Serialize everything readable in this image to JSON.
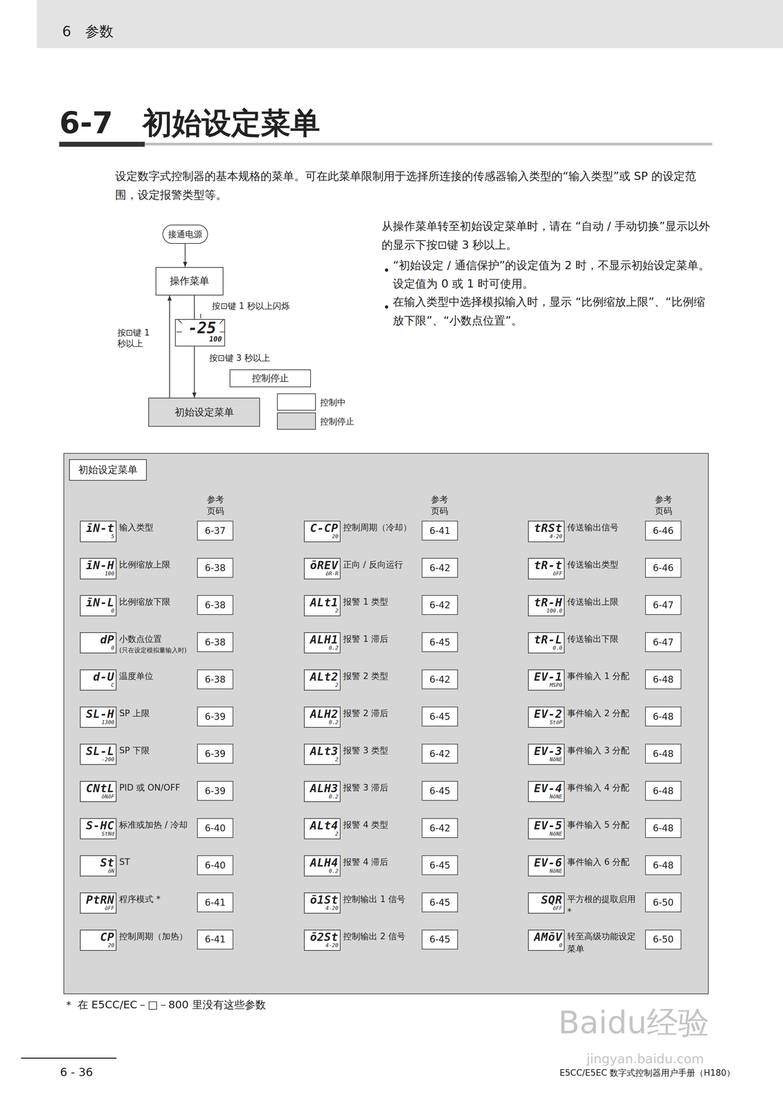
{
  "diagram": {
    "title": "6-7　初始设定菜单",
    "nodes": [
      {
        "text": [
          "接通电源"
        ]
      },
      {
        "text": [
          "操作菜单"
        ]
      },
      {
        "text": [
          "控制停止"
        ]
      },
      {
        "text": [
          "初始设定菜单"
        ]
      },
      {
        "text": [
          "初始设定菜单"
        ]
      },
      {
        "text": [
          "īN-t",
          "5",
          "输入类型"
        ],
        "in": 4
      },
      {
        "text": [
          "6-37"
        ],
        "in": 4
      },
      {
        "text": [
          "īN-H",
          "100",
          "比例缩放上限"
        ],
        "in": 4
      },
      {
        "text": [
          "6-38"
        ],
        "in": 4
      },
      {
        "text": [
          "īN-L",
          "0",
          "比例缩放下限"
        ],
        "in": 4
      },
      {
        "text": [
          "6-38"
        ],
        "in": 4
      },
      {
        "text": [
          "dP",
          "0",
          "小数点位置",
          "(只在设定模拟量输入时)"
        ],
        "in": 4
      },
      {
        "text": [
          "6-38"
        ],
        "in": 4
      },
      {
        "text": [
          "d-U",
          "C",
          "温度单位"
        ],
        "in": 4
      },
      {
        "text": [
          "6-38"
        ],
        "in": 4
      },
      {
        "text": [
          "SL-H",
          "1300",
          "SP 上限"
        ],
        "in": 4
      },
      {
        "text": [
          "6-39"
        ],
        "in": 4
      },
      {
        "text": [
          "SL-L",
          "-200",
          "SP 下限"
        ],
        "in": 4
      },
      {
        "text": [
          "6-39"
        ],
        "in": 4
      },
      {
        "text": [
          "CNtL",
          "ōNōF",
          "PID 或 ON/OFF"
        ],
        "in": 4
      },
      {
        "text": [
          "6-39"
        ],
        "in": 4
      },
      {
        "text": [
          "S-HC",
          "StNd",
          "标准或加热 / 冷却"
        ],
        "in": 4
      },
      {
        "text": [
          "6-40"
        ],
        "in": 4
      },
      {
        "text": [
          "St",
          "ōN",
          "ST"
        ],
        "in": 4
      },
      {
        "text": [
          "6-40"
        ],
        "in": 4
      },
      {
        "text": [
          "PtRN",
          "ōFF",
          "程序模式 *"
        ],
        "in": 4
      },
      {
        "text": [
          "6-41"
        ],
        "in": 4
      },
      {
        "text": [
          "CP",
          "20",
          "控制周期（加热）"
        ],
        "in": 4
      },
      {
        "text": [
          "6-41"
        ],
        "in": 4
      },
      {
        "text": [
          "C-CP",
          "20",
          "控制周期（冷却）"
        ],
        "in": 4
      },
      {
        "text": [
          "6-41"
        ],
        "in": 4
      },
      {
        "text": [
          "ōREV",
          "ōR-R",
          "正向 / 反向运行"
        ],
        "in": 4
      },
      {
        "text": [
          "6-42"
        ],
        "in": 4
      },
      {
        "text": [
          "ALt1",
          "2",
          "报警 1 类型"
        ],
        "in": 4
      },
      {
        "text": [
          "6-42"
        ],
        "in": 4
      },
      {
        "text": [
          "ALH1",
          "0.2",
          "报警 1 滞后"
        ],
        "in": 4
      },
      {
        "text": [
          "6-45"
        ],
        "in": 4
      },
      {
        "text": [
          "ALt2",
          "2",
          "报警 2 类型"
        ],
        "in": 4
      },
      {
        "text": [
          "6-42"
        ],
        "in": 4
      },
      {
        "text": [
          "ALH2",
          "0.2",
          "报警 2 滞后"
        ],
        "in": 4
      },
      {
        "text": [
          "6-45"
        ],
        "in": 4
      },
      {
        "text": [
          "ALt3",
          "2",
          "报警 3 类型"
        ],
        "in": 4
      },
      {
        "text": [
          "6-42"
        ],
        "in": 4
      },
      {
        "text": [
          "ALH3",
          "0.2",
          "报警 3 滞后"
        ],
        "in": 4
      },
      {
        "text": [
          "6-45"
        ],
        "in": 4
      },
      {
        "text": [
          "ALt4",
          "2",
          "报警 4 类型"
        ],
        "in": 4
      },
      {
        "text": [
          "6-42"
        ],
        "in": 4
      },
      {
        "text": [
          "ALH4",
          "0.2",
          "报警 4 滞后"
        ],
        "in": 4
      },
      {
        "text": [
          "6-45"
        ],
        "in": 4
      },
      {
        "text": [
          "ō1St",
          "4-20",
          "控制输出 1 信号"
        ],
        "in": 4
      },
      {
        "text": [
          "6-45"
        ],
        "in": 4
      },
      {
        "text": [
          "ō2St",
          "4-20",
          "控制输出 2 信号"
        ],
        "in": 4
      },
      {
        "text": [
          "6-45"
        ],
        "in": 4
      },
      {
        "text": [
          "tRSt",
          "4-20",
          "传送输出信号"
        ],
        "in": 4
      },
      {
        "text": [
          "6-46"
        ],
        "in": 4
      },
      {
        "text": [
          "tR-t",
          "ōFF",
          "传送输出类型"
        ],
        "in": 4
      },
      {
        "text": [
          "6-46"
        ],
        "in": 4
      },
      {
        "text": [
          "tR-H",
          "100.0",
          "传送输出上限"
        ],
        "in": 4
      },
      {
        "text": [
          "6-47"
        ],
        "in": 4
      },
      {
        "text": [
          "tR-L",
          "0.0",
          "传送输出下限"
        ],
        "in": 4
      },
      {
        "text": [
          "6-47"
        ],
        "in": 4
      },
      {
        "text": [
          "EV-1",
          "MSP0",
          "事件输入 1 分配"
        ],
        "in": 4
      },
      {
        "text": [
          "6-48"
        ],
        "in": 4
      },
      {
        "text": [
          "EV-2",
          "StōP",
          "事件输入 2 分配"
        ],
        "in": 4
      },
      {
        "text": [
          "6-48"
        ],
        "in": 4
      },
      {
        "text": [
          "EV-3",
          "NōNE",
          "事件输入 3 分配"
        ],
        "in": 4
      },
      {
        "text": [
          "6-48"
        ],
        "in": 4
      },
      {
        "text": [
          "EV-4",
          "NōNE",
          "事件输入 4 分配"
        ],
        "in": 4
      },
      {
        "text": [
          "6-48"
        ],
        "in": 4
      },
      {
        "text": [
          "EV-5",
          "NōNE",
          "事件输入 5 分配"
        ],
        "in": 4
      },
      {
        "text": [
          "6-48"
        ],
        "in": 4
      },
      {
        "text": [
          "EV-6",
          "NōNE",
          "事件输入 6 分配"
        ],
        "in": 4
      },
      {
        "text": [
          "6-48"
        ],
        "in": 4
      },
      {
        "text": [
          "SQR",
          "ōFF",
          "平方根的提取启用 *"
        ],
        "in": 4
      },
      {
        "text": [
          "6-50"
        ],
        "in": 4
      },
      {
        "text": [
          "AMōV",
          "0",
          "转至高级功能设定菜单"
        ],
        "in": 4
      },
      {
        "text": [
          "6-50"
        ],
        "in": 4
      }
    ],
    "edges": [
      {
        "from": 0,
        "to": 1,
        "arrow": "to"
      },
      {
        "from": 1,
        "to": 3,
        "label": "按⊡键 3 秒以上",
        "arrow": "to"
      },
      {
        "from": 3,
        "to": 1,
        "label": "按⊡键 1 秒以上",
        "arrow": "to"
      },
      {
        "from": 5,
        "to": 7,
        "arrow": "to"
      },
      {
        "from": 7,
        "to": 9,
        "arrow": "to"
      },
      {
        "from": 9,
        "to": 11,
        "arrow": "to"
      },
      {
        "from": 11,
        "to": 13,
        "arrow": "to"
      },
      {
        "from": 13,
        "to": 15,
        "arrow": "to"
      },
      {
        "from": 15,
        "to": 17,
        "arrow": "to"
      },
      {
        "from": 17,
        "to": 19,
        "arrow": "to"
      },
      {
        "from": 19,
        "to": 21,
        "arrow": "to"
      },
      {
        "from": 21,
        "to": 23,
        "arrow": "to"
      },
      {
        "from": 23,
        "to": 25,
        "arrow": "to"
      },
      {
        "from": 25,
        "to": 27,
        "arrow": "to"
      },
      {
        "from": 27,
        "to": 29,
        "arrow": "to"
      },
      {
        "from": 29,
        "to": 31,
        "arrow": "to"
      },
      {
        "from": 31,
        "to": 33,
        "arrow": "to"
      },
      {
        "from": 33,
        "to": 35,
        "arrow": "to"
      },
      {
        "from": 35,
        "to": 37,
        "arrow": "to"
      },
      {
        "from": 37,
        "to": 39,
        "arrow": "to"
      },
      {
        "from": 39,
        "to": 41,
        "arrow": "to"
      },
      {
        "from": 41,
        "to": 43,
        "arrow": "to"
      },
      {
        "from": 43,
        "to": 45,
        "arrow": "to"
      },
      {
        "from": 45,
        "to": 47,
        "arrow": "to"
      },
      {
        "from": 47,
        "to": 49,
        "arrow": "to"
      },
      {
        "from": 49,
        "to": 51,
        "arrow": "to"
      },
      {
        "from": 51,
        "to": 53,
        "arrow": "to"
      },
      {
        "from": 53,
        "to": 55,
        "arrow": "to"
      },
      {
        "from": 55,
        "to": 57,
        "arrow": "to"
      },
      {
        "from": 57,
        "to": 59,
        "arrow": "to"
      },
      {
        "from": 59,
        "to": 61,
        "arrow": "to"
      },
      {
        "from": 61,
        "to": 63,
        "arrow": "to"
      },
      {
        "from": 63,
        "to": 65,
        "arrow": "to"
      },
      {
        "from": 65,
        "to": 67,
        "arrow": "to"
      },
      {
        "from": 67,
        "to": 69,
        "arrow": "to"
      },
      {
        "from": 69,
        "to": 71,
        "arrow": "to"
      },
      {
        "from": 71,
        "to": 73,
        "arrow": "to"
      },
      {
        "from": 73,
        "to": 75,
        "arrow": "to"
      },
      {
        "from": 75,
        "to": 5,
        "arrow": "to"
      }
    ],
    "labels": [
      "6　参数",
      "设定数字式控制器的基本规格的菜单。可在此菜单限制用于选择所连接的传感器输入类型的“输入类型”或 SP 的设定范围，设定报警类型等。",
      "从操作菜单转至初始设定菜单时，请在 “自动 / 手动切换”显示以外的显示下按⊡键 3 秒以上。",
      "“初始设定 / 通信保护”的设定值为 2 时，不显示初始设定菜单。设定值为 0 或 1 时可使用。",
      "在输入类型中选择模拟输入时，显示 “比例缩放上限”、“比例缩放下限”、“小数点位置”。",
      "按⊡键 1 秒以上闪烁",
      "-25",
      "100",
      "参考 页码",
      "参考 页码",
      "参考 页码",
      "＊ 在 E5CC/EC－□－800 里没有这些参数",
      "6 - 36",
      "E5CC/E5EC 数字式控制器用户手册（H180）",
      "Baidu经验",
      "jingyan.baidu.com"
    ],
    "legend": [
      {
        "text": "控制中",
        "color": "#ffffff"
      },
      {
        "text": "控制停止",
        "color": "#d9d9d9"
      }
    ]
  }
}
